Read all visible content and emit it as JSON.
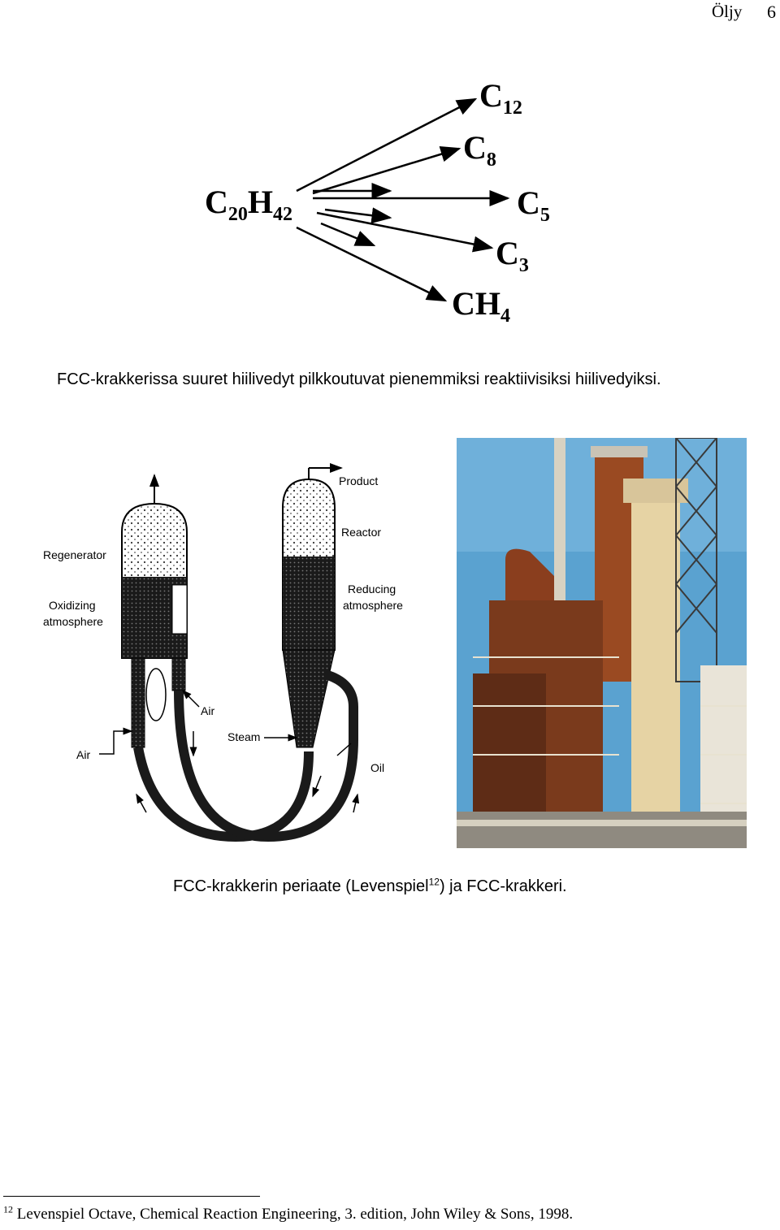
{
  "header": {
    "title": "Öljy",
    "page_number": "6"
  },
  "reaction": {
    "reactant": {
      "base": "C",
      "sub1": "20",
      "mid": "H",
      "sub2": "42"
    },
    "products": [
      {
        "base": "C",
        "sub": "12"
      },
      {
        "base": "C",
        "sub": "8"
      },
      {
        "base": "C",
        "sub": "5"
      },
      {
        "base": "C",
        "sub": "3"
      },
      {
        "base": "CH",
        "sub": "4"
      }
    ]
  },
  "caption1": "FCC-krakkerissa suuret hiilivedyt pilkkoutuvat pienemmiksi reaktiivisiksi hiilivedyiksi.",
  "diagram": {
    "labels": {
      "product": "Product",
      "reactor": "Reactor",
      "regenerator": "Regenerator",
      "oxidizing1": "Oxidizing",
      "oxidizing2": "atmosphere",
      "reducing1": "Reducing",
      "reducing2": "atmosphere",
      "air_right": "Air",
      "air_left": "Air",
      "steam": "Steam",
      "oil": "Oil"
    }
  },
  "caption2": {
    "before": "FCC-krakkerin periaate (Levenspiel",
    "sup": "12",
    "after": ") ja FCC-krakkeri."
  },
  "footnote": {
    "number": "12",
    "text": " Levenspiel Octave, Chemical Reaction Engineering, 3. edition, John Wiley & Sons, 1998."
  },
  "colors": {
    "sky": "#5aa2d0",
    "rust": "#9a4a22",
    "beige": "#e6d3a4"
  }
}
